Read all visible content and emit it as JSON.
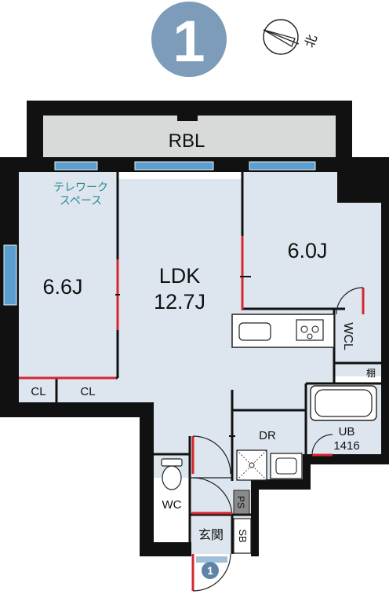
{
  "unit_badge": {
    "number": "1",
    "color": "#7c9cba"
  },
  "compass": {
    "label": "北",
    "icon": "north-compass-icon"
  },
  "rooms": {
    "balcony": "RBL",
    "telework": [
      "テレワーク",
      "スペース"
    ],
    "western_left": "6.6J",
    "ldk": "LDK",
    "ldk_size": "12.7J",
    "western_right": "6.0J",
    "wcl": "WCL",
    "shelf": "棚",
    "closet_1": "CL",
    "closet_2": "CL",
    "dr": "DR",
    "ub": "UB",
    "ub_size": "1416",
    "wc": "WC",
    "ps": "PS",
    "sb": "SB",
    "entrance": "玄関"
  },
  "entrance_marker": {
    "number": "1"
  },
  "colors": {
    "wall": "#111111",
    "floor": "#dde6ee",
    "balcony": "#d7dad9",
    "door": "#d6262f",
    "window": "#5b9fcf",
    "accent_text": "#2b8a95"
  }
}
